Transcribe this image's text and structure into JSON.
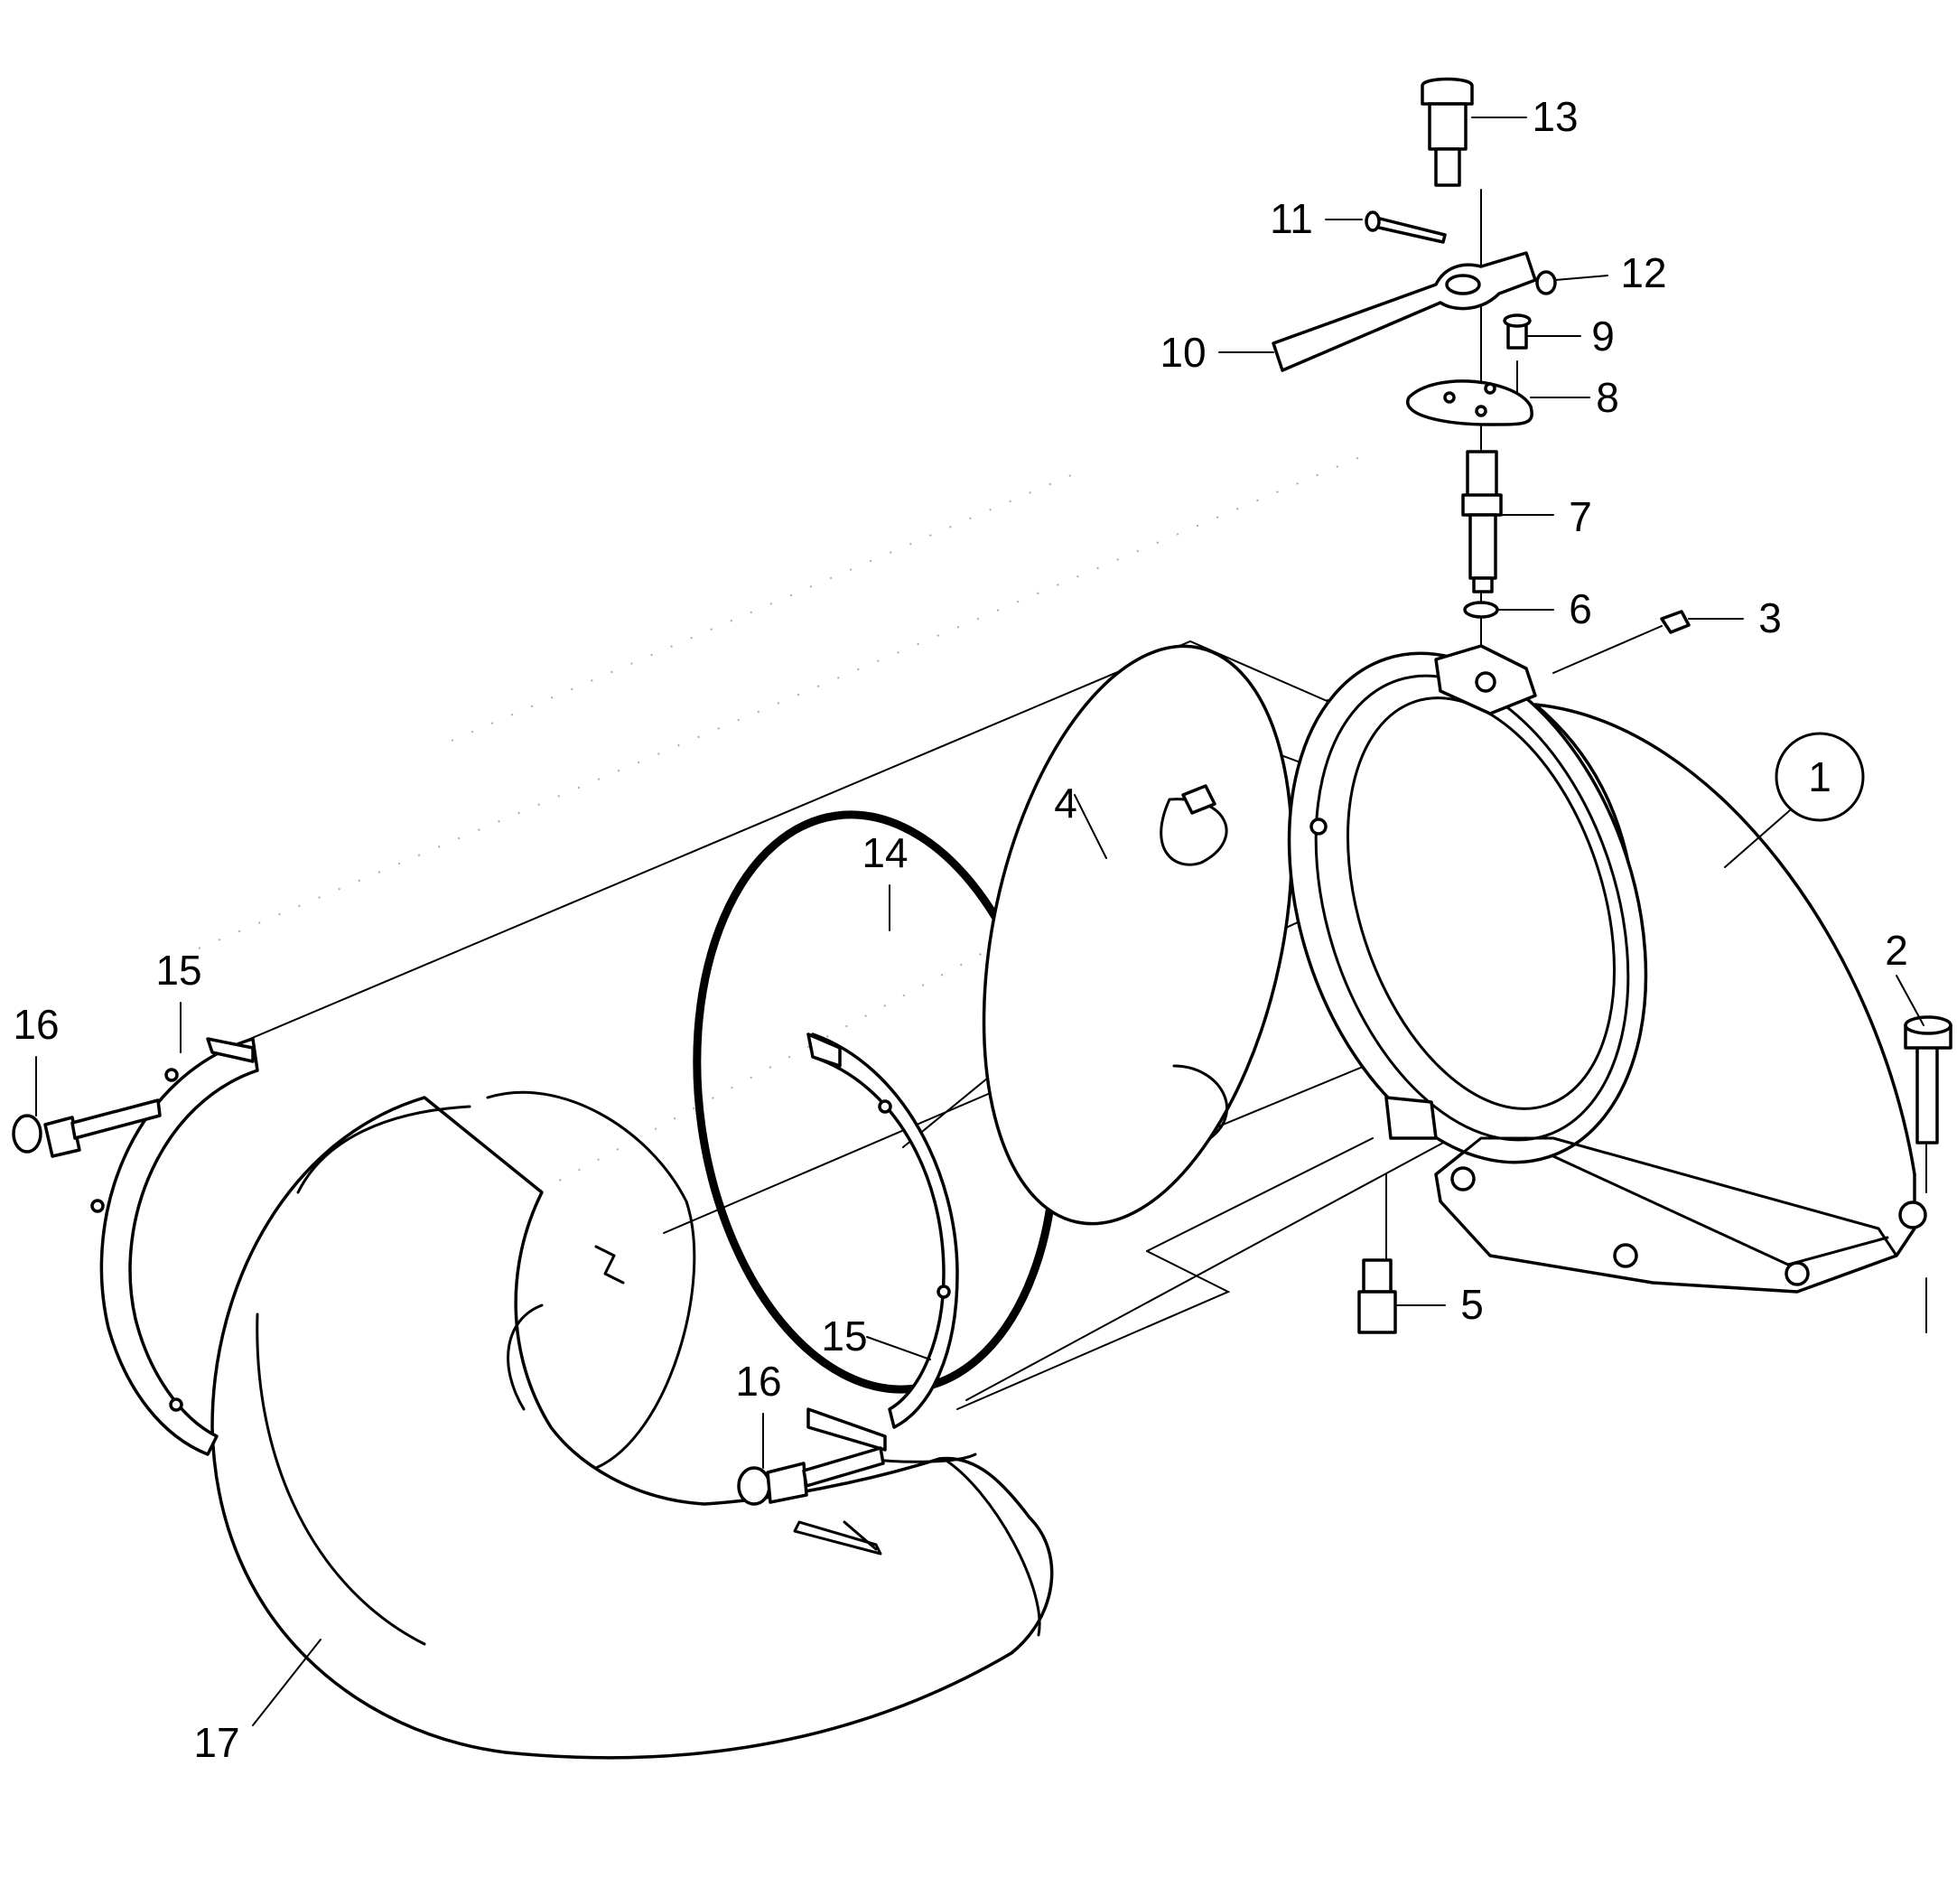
{
  "diagram": {
    "callouts": [
      {
        "id": "c1",
        "label": "1",
        "circled": true
      },
      {
        "id": "c2",
        "label": "2"
      },
      {
        "id": "c3",
        "label": "3"
      },
      {
        "id": "c4",
        "label": "4"
      },
      {
        "id": "c5",
        "label": "5"
      },
      {
        "id": "c6",
        "label": "6"
      },
      {
        "id": "c7",
        "label": "7"
      },
      {
        "id": "c8",
        "label": "8"
      },
      {
        "id": "c9",
        "label": "9"
      },
      {
        "id": "c10",
        "label": "10"
      },
      {
        "id": "c11",
        "label": "11"
      },
      {
        "id": "c12",
        "label": "12"
      },
      {
        "id": "c13",
        "label": "13"
      },
      {
        "id": "c14",
        "label": "14"
      },
      {
        "id": "c15a",
        "label": "15"
      },
      {
        "id": "c15b",
        "label": "15"
      },
      {
        "id": "c16a",
        "label": "16"
      },
      {
        "id": "c16b",
        "label": "16"
      },
      {
        "id": "c17",
        "label": "17"
      }
    ]
  }
}
